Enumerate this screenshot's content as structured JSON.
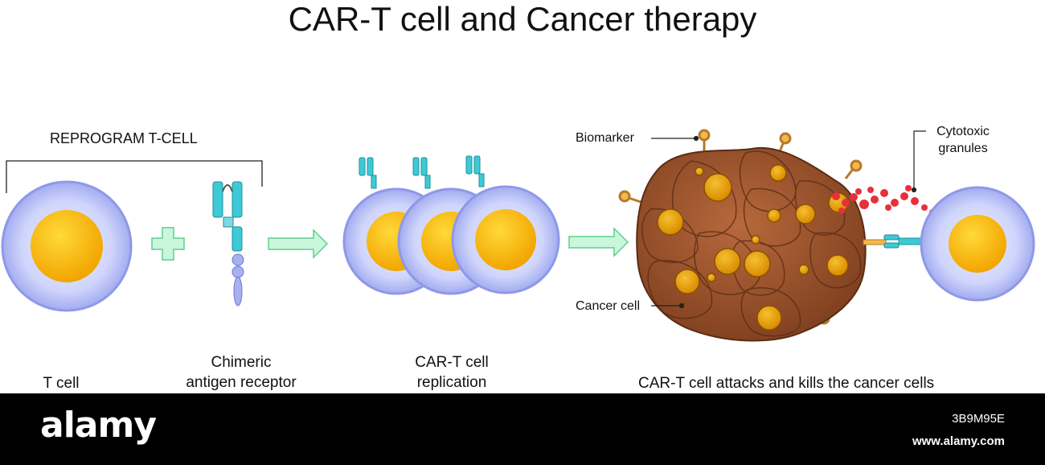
{
  "title": "CAR-T cell and Cancer therapy",
  "reprogram_label": "REPROGRAM T-CELL",
  "labels": {
    "t_cell": "T cell",
    "car_line1": "Chimeric",
    "car_line2": "antigen receptor",
    "rep_line1": "CAR-T cell",
    "rep_line2": "replication",
    "attack": "CAR-T cell attacks and kills the cancer cells",
    "biomarker": "Biomarker",
    "cytotoxic_line1": "Cytotoxic",
    "cytotoxic_line2": "granules",
    "cancer_cell": "Cancer cell"
  },
  "watermark": {
    "logo": "alamy",
    "image_id": "3B9M95E",
    "site": "www.alamy.com"
  },
  "colors": {
    "membrane": "#a9b2f2",
    "cytoplasm": "#d4d8fb",
    "nucleus": "#f5b400",
    "receptor": "#3ec9d6",
    "arrow": "#b8f5d0",
    "tumor": "#a25a32",
    "granule": "#e8303a"
  }
}
